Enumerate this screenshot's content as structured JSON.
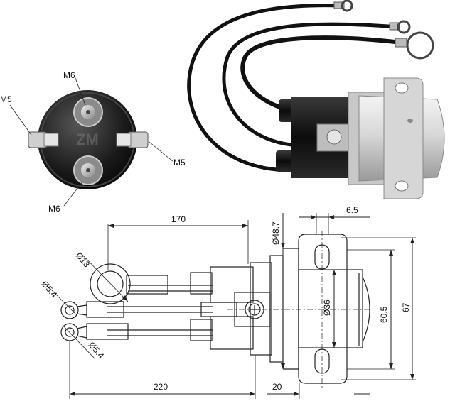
{
  "top_view": {
    "labels": {
      "m6_top": "M6",
      "m5_left": "M5",
      "m5_right": "M5",
      "m6_bottom": "M6"
    }
  },
  "drawing": {
    "dimensions": {
      "d170": "170",
      "d48_7": "Ø48.7",
      "d6_5": "6.5",
      "d13": "Ø13",
      "d5_4a": "Ø5.4",
      "d5_4b": "Ø5.4",
      "d36": "Ø36",
      "d60_5": "60.5",
      "d67": "67",
      "d220": "220",
      "d20": "20"
    }
  }
}
